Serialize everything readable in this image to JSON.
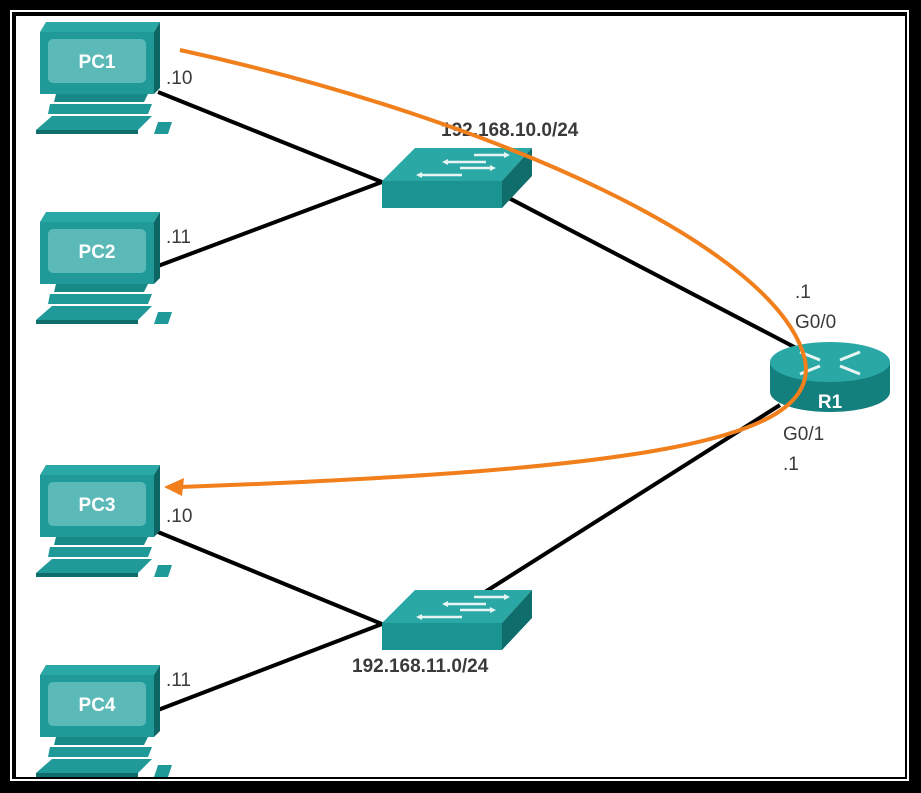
{
  "diagram": {
    "title": "Routing between two LAN segments via R1",
    "colors": {
      "device_teal": "#1f9a98",
      "device_dark": "#0f6e6c",
      "screen": "#5bbab7",
      "link": "#000000",
      "path_arrow": "#f07f1c",
      "text": "#3a3a3a"
    },
    "networks": [
      {
        "id": "lan1",
        "label": "192.168.10.0/24"
      },
      {
        "id": "lan2",
        "label": "192.168.11.0/24"
      }
    ],
    "devices": [
      {
        "id": "pc1",
        "type": "pc",
        "label": "PC1",
        "ip_suffix": ".10",
        "network": "lan1"
      },
      {
        "id": "pc2",
        "type": "pc",
        "label": "PC2",
        "ip_suffix": ".11",
        "network": "lan1"
      },
      {
        "id": "pc3",
        "type": "pc",
        "label": "PC3",
        "ip_suffix": ".10",
        "network": "lan2"
      },
      {
        "id": "pc4",
        "type": "pc",
        "label": "PC4",
        "ip_suffix": ".11",
        "network": "lan2"
      },
      {
        "id": "sw1",
        "type": "switch",
        "label": "",
        "network": "lan1"
      },
      {
        "id": "sw2",
        "type": "switch",
        "label": "",
        "network": "lan2"
      },
      {
        "id": "r1",
        "type": "router",
        "label": "R1"
      }
    ],
    "router_interfaces": [
      {
        "name": "G0/0",
        "ip_suffix": ".1",
        "network": "lan1"
      },
      {
        "name": "G0/1",
        "ip_suffix": ".1",
        "network": "lan2"
      }
    ],
    "links": [
      {
        "from": "pc1",
        "to": "sw1"
      },
      {
        "from": "pc2",
        "to": "sw1"
      },
      {
        "from": "sw1",
        "to": "r1",
        "interface": "G0/0"
      },
      {
        "from": "pc3",
        "to": "sw2"
      },
      {
        "from": "pc4",
        "to": "sw2"
      },
      {
        "from": "sw2",
        "to": "r1",
        "interface": "G0/1"
      }
    ],
    "traffic_path": {
      "from": "pc1",
      "via": "r1",
      "to": "pc3",
      "description": "Packet from PC1 routed through R1 to PC3"
    }
  }
}
